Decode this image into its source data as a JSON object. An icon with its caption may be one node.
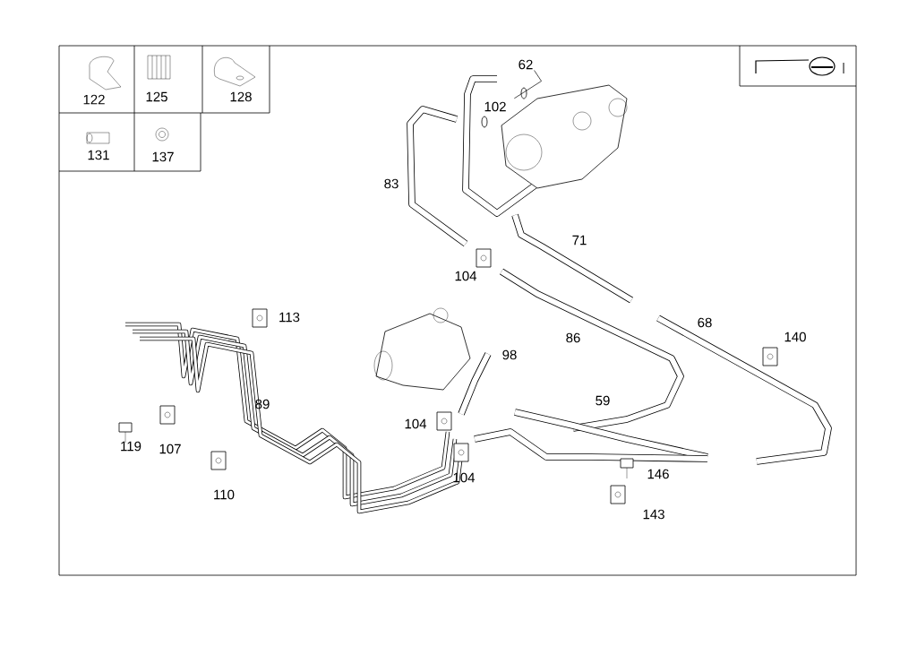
{
  "diagram": {
    "nodes": [
      {
        "text": [
          "62"
        ]
      },
      {
        "text": [],
        "shape": "picture"
      }
    ],
    "edges": [
      {
        "from": 0,
        "to": 1,
        "arrow": "none"
      }
    ],
    "labels": [
      "122",
      "125",
      "128",
      "131",
      "137",
      "102",
      "83",
      "71",
      "104",
      "68",
      "113",
      "86",
      "140",
      "98",
      "59",
      "89",
      "104",
      "119",
      "107",
      "146",
      "104",
      "110",
      "143"
    ]
  }
}
